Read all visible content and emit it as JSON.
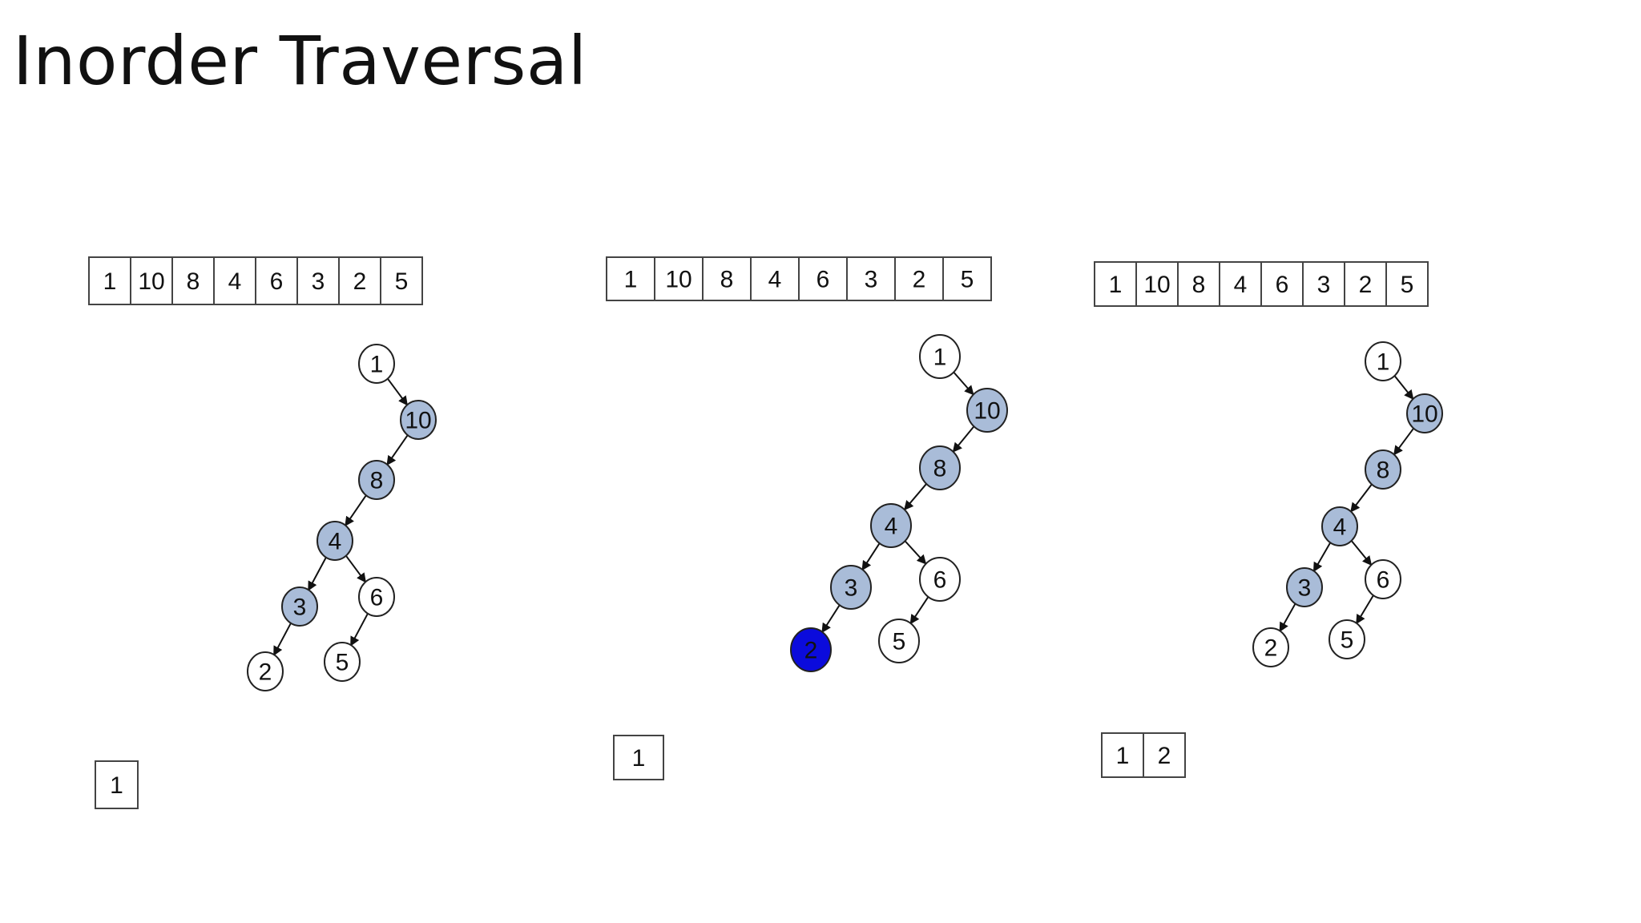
{
  "title": "Inorder Traversal",
  "colors": {
    "unvisited": "#ffffff",
    "on_stack": "#a9bcd8",
    "current": "#0b0bdc",
    "stroke": "#222222"
  },
  "panels": [
    {
      "input_array": [
        "1",
        "10",
        "8",
        "4",
        "6",
        "3",
        "2",
        "5"
      ],
      "tree": {
        "nodes": [
          {
            "id": "n1",
            "label": "1",
            "state": "unvisited"
          },
          {
            "id": "n10",
            "label": "10",
            "state": "on_stack"
          },
          {
            "id": "n8",
            "label": "8",
            "state": "on_stack"
          },
          {
            "id": "n4",
            "label": "4",
            "state": "on_stack"
          },
          {
            "id": "n3",
            "label": "3",
            "state": "on_stack"
          },
          {
            "id": "n6",
            "label": "6",
            "state": "unvisited"
          },
          {
            "id": "n2",
            "label": "2",
            "state": "unvisited"
          },
          {
            "id": "n5",
            "label": "5",
            "state": "unvisited"
          }
        ],
        "edges": [
          [
            "n1",
            "n10"
          ],
          [
            "n10",
            "n8"
          ],
          [
            "n8",
            "n4"
          ],
          [
            "n4",
            "n3"
          ],
          [
            "n4",
            "n6"
          ],
          [
            "n3",
            "n2"
          ],
          [
            "n6",
            "n5"
          ]
        ]
      },
      "output_array": [
        "1"
      ]
    },
    {
      "input_array": [
        "1",
        "10",
        "8",
        "4",
        "6",
        "3",
        "2",
        "5"
      ],
      "tree": {
        "nodes": [
          {
            "id": "n1",
            "label": "1",
            "state": "unvisited"
          },
          {
            "id": "n10",
            "label": "10",
            "state": "on_stack"
          },
          {
            "id": "n8",
            "label": "8",
            "state": "on_stack"
          },
          {
            "id": "n4",
            "label": "4",
            "state": "on_stack"
          },
          {
            "id": "n3",
            "label": "3",
            "state": "on_stack"
          },
          {
            "id": "n6",
            "label": "6",
            "state": "unvisited"
          },
          {
            "id": "n2",
            "label": "2",
            "state": "current"
          },
          {
            "id": "n5",
            "label": "5",
            "state": "unvisited"
          }
        ],
        "edges": [
          [
            "n1",
            "n10"
          ],
          [
            "n10",
            "n8"
          ],
          [
            "n8",
            "n4"
          ],
          [
            "n4",
            "n3"
          ],
          [
            "n4",
            "n6"
          ],
          [
            "n3",
            "n2"
          ],
          [
            "n6",
            "n5"
          ]
        ]
      },
      "output_array": [
        "1"
      ]
    },
    {
      "input_array": [
        "1",
        "10",
        "8",
        "4",
        "6",
        "3",
        "2",
        "5"
      ],
      "tree": {
        "nodes": [
          {
            "id": "n1",
            "label": "1",
            "state": "unvisited"
          },
          {
            "id": "n10",
            "label": "10",
            "state": "on_stack"
          },
          {
            "id": "n8",
            "label": "8",
            "state": "on_stack"
          },
          {
            "id": "n4",
            "label": "4",
            "state": "on_stack"
          },
          {
            "id": "n3",
            "label": "3",
            "state": "on_stack"
          },
          {
            "id": "n6",
            "label": "6",
            "state": "unvisited"
          },
          {
            "id": "n2",
            "label": "2",
            "state": "unvisited"
          },
          {
            "id": "n5",
            "label": "5",
            "state": "unvisited"
          }
        ],
        "edges": [
          [
            "n1",
            "n10"
          ],
          [
            "n10",
            "n8"
          ],
          [
            "n8",
            "n4"
          ],
          [
            "n4",
            "n3"
          ],
          [
            "n4",
            "n6"
          ],
          [
            "n3",
            "n2"
          ],
          [
            "n6",
            "n5"
          ]
        ]
      },
      "output_array": [
        "1",
        "2"
      ]
    }
  ]
}
